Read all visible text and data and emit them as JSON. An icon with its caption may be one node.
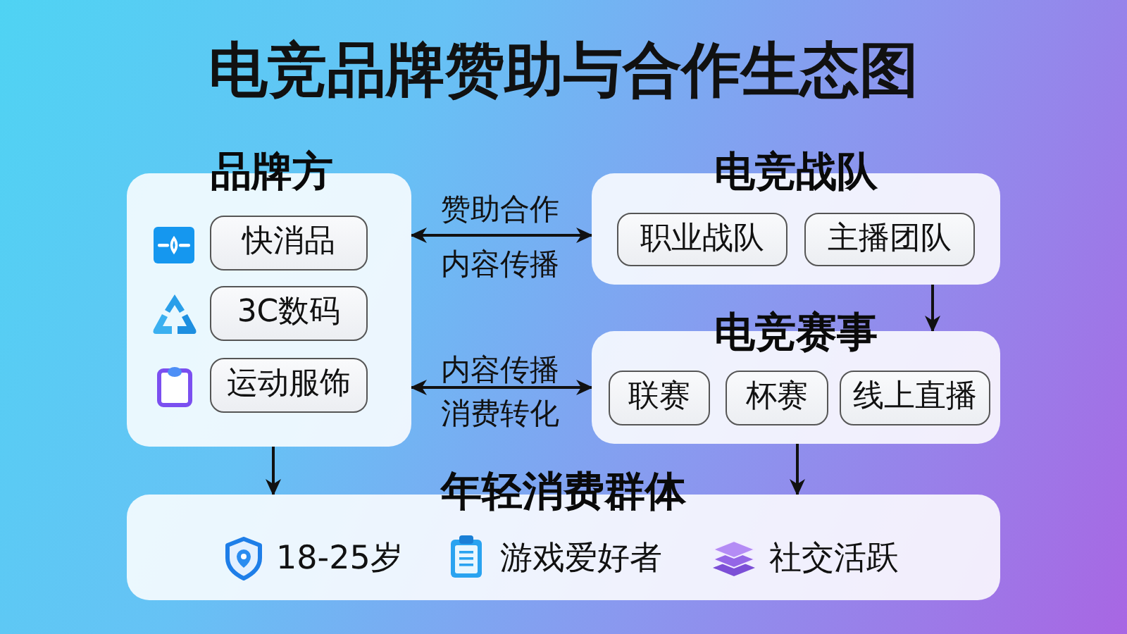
{
  "diagram": {
    "title": "电竞品牌赞助与合作生态图",
    "nodes": [
      {
        "text": [
          "品牌方"
        ]
      },
      {
        "text": [
          "快消品"
        ],
        "in": 0
      },
      {
        "text": [
          "3C数码"
        ],
        "in": 0
      },
      {
        "text": [
          "运动服饰"
        ],
        "in": 0
      },
      {
        "text": [
          "电竞战队"
        ]
      },
      {
        "text": [
          "职业战队"
        ],
        "in": 4
      },
      {
        "text": [
          "主播团队"
        ],
        "in": 4
      },
      {
        "text": [
          "电竞赛事"
        ]
      },
      {
        "text": [
          "联赛"
        ],
        "in": 7
      },
      {
        "text": [
          "杯赛"
        ],
        "in": 7
      },
      {
        "text": [
          "线上直播"
        ],
        "in": 7
      },
      {
        "text": [
          "年轻消费群体"
        ]
      }
    ],
    "edges": [
      {
        "from": 0,
        "to": 4,
        "arrow": "both",
        "label": "赞助合作"
      },
      {
        "from": 0,
        "to": 7,
        "arrow": "both",
        "label": "内容传播"
      },
      {
        "from": 4,
        "to": 7,
        "arrow": "to"
      },
      {
        "from": 0,
        "to": 11,
        "arrow": "to"
      },
      {
        "from": 7,
        "to": 11,
        "arrow": "to"
      }
    ],
    "labels": [
      "内容传播",
      "消费转化",
      "18-25岁",
      "游戏爱好者",
      "社交活跃"
    ]
  }
}
